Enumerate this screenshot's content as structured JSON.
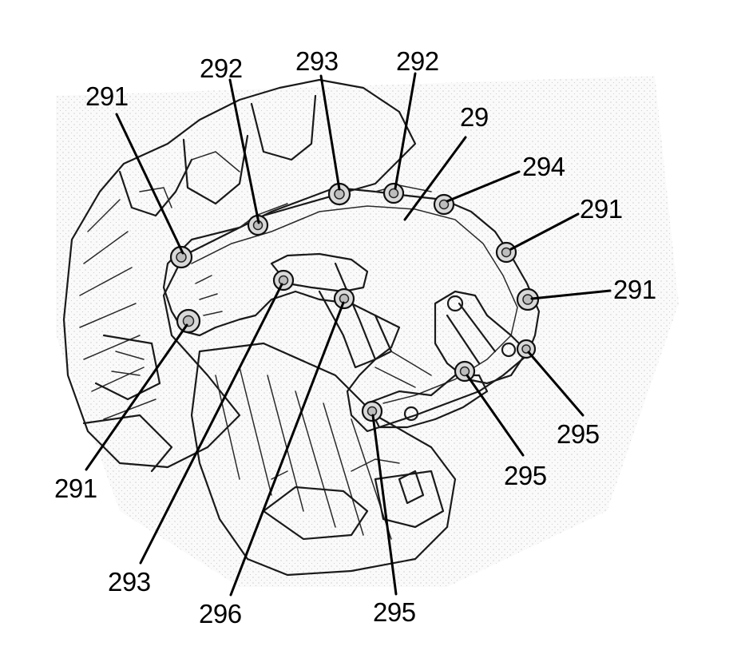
{
  "diagram": {
    "callouts": [
      {
        "id": "c-29",
        "label": "29"
      },
      {
        "id": "c-291-tl",
        "label": "291"
      },
      {
        "id": "c-291-r1",
        "label": "291"
      },
      {
        "id": "c-291-r2",
        "label": "291"
      },
      {
        "id": "c-291-bl",
        "label": "291"
      },
      {
        "id": "c-292-l",
        "label": "292"
      },
      {
        "id": "c-292-r",
        "label": "292"
      },
      {
        "id": "c-293-t",
        "label": "293"
      },
      {
        "id": "c-293-b",
        "label": "293"
      },
      {
        "id": "c-294",
        "label": "294"
      },
      {
        "id": "c-295-r",
        "label": "295"
      },
      {
        "id": "c-295-m",
        "label": "295"
      },
      {
        "id": "c-295-b",
        "label": "295"
      },
      {
        "id": "c-296",
        "label": "296"
      }
    ]
  }
}
